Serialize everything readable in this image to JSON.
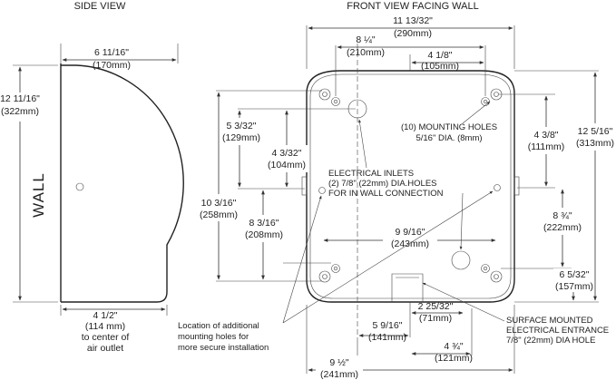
{
  "side_view": {
    "heading": "SIDE VIEW",
    "wall_label": "WALL",
    "width_in": "6 11/16\"",
    "width_mm": "(170mm)",
    "height_in": "12 11/16\"",
    "height_mm": "(322mm)",
    "outlet_in": "4 1/2\"",
    "outlet_mm": "(114 mm)",
    "outlet_note_1": "to center of",
    "outlet_note_2": "air outlet"
  },
  "front_view": {
    "heading": "FRONT VIEW FACING WALL",
    "overall_width_in": "11 13/32\"",
    "overall_width_mm": "(290mm)",
    "d_8_1_4_in": "8 ¼\"",
    "d_8_1_4_mm": "(210mm)",
    "d_4_1_8_in": "4 1/8\"",
    "d_4_1_8_mm": "(105mm)",
    "mounting_holes_1": "(10) MOUNTING HOLES",
    "mounting_holes_2": "5/16\" DIA. (8mm)",
    "d_5_3_32_in": "5 3/32\"",
    "d_5_3_32_mm": "(129mm)",
    "d_4_3_32_in": "4 3/32\"",
    "d_4_3_32_mm": "(104mm)",
    "d_10_3_16_in": "10 3/16\"",
    "d_10_3_16_mm": "(258mm)",
    "d_8_3_16_in": "8 3/16\"",
    "d_8_3_16_mm": "(208mm)",
    "inlets_1": "ELECTRICAL INLETS",
    "inlets_2": "(2) 7/8\" (22mm) DIA.HOLES",
    "inlets_3": "FOR IN WALL CONNECTION",
    "d_9_9_16_in": "9 9/16\"",
    "d_9_9_16_mm": "(243mm)",
    "d_4_3_8_in": "4 3/8\"",
    "d_4_3_8_mm": "(111mm)",
    "d_12_5_16_in": "12 5/16\"",
    "d_12_5_16_mm": "(313mm)",
    "d_8_3_4_in": "8 ¾\"",
    "d_8_3_4_mm": "(222mm)",
    "d_6_5_32_in": "6 5/32\"",
    "d_6_5_32_mm": "(157mm)",
    "d_2_25_32_in": "2 25/32\"",
    "d_2_25_32_mm": "(71mm)",
    "d_5_9_16_in": "5 9/16\"",
    "d_5_9_16_mm": "(141mm)",
    "d_4_3_4_in": "4 ¾\"",
    "d_4_3_4_mm": "(121mm)",
    "d_9_1_2_in": "9 ½\"",
    "d_9_1_2_mm": "(241mm)",
    "surface_1": "SURFACE MOUNTED",
    "surface_2": "ELECTRICAL ENTRANCE",
    "surface_3": "7/8\" (22mm) DIA HOLE",
    "additional_1": "Location of additional",
    "additional_2": "mounting holes for",
    "additional_3": "more secure installation"
  }
}
